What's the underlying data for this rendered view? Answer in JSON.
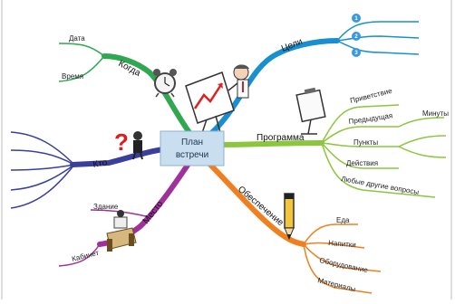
{
  "center": {
    "line1": "План",
    "line2": "встречи"
  },
  "branches": {
    "kogda": {
      "label": "Когда",
      "color": "#2fa84f",
      "items": [
        "Дата",
        "Время"
      ]
    },
    "tseli": {
      "label": "Цели",
      "color": "#1a8fd0",
      "items": [
        "1",
        "2",
        "3"
      ]
    },
    "kto": {
      "label": "Кто",
      "color": "#3a3f9e",
      "items": []
    },
    "mesto": {
      "label": "Место",
      "color": "#a0309a",
      "items": [
        "Здание",
        "Кабинет"
      ]
    },
    "prog": {
      "label": "Программа",
      "color": "#8cc63f",
      "items": [
        "Приветствие",
        "Предыдущая",
        "Минуты",
        "Пункты",
        "Действия",
        "Любые другие вопросы"
      ]
    },
    "obesp": {
      "label": "Обеспечение",
      "color": "#f07f1f",
      "items": [
        "Еда",
        "Напитки",
        "Оборудование",
        "Материалы"
      ]
    }
  }
}
